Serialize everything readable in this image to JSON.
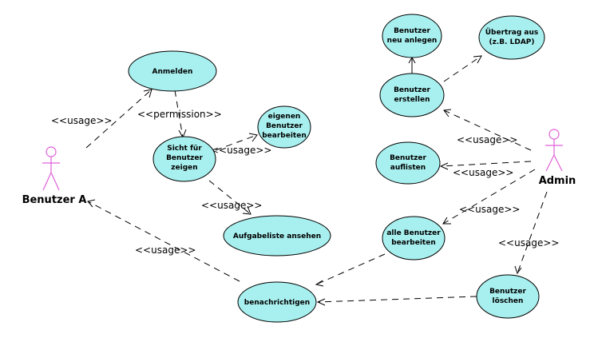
{
  "actors": {
    "benutzer_a": "Benutzer A",
    "admin": "Admin"
  },
  "use_cases": {
    "anmelden": [
      "Anmelden"
    ],
    "sicht": [
      "Sicht für",
      "Benutzer",
      "zeigen"
    ],
    "eigenen": [
      "eigenen",
      "Benutzer",
      "bearbeiten"
    ],
    "aufgabeliste": [
      "Aufgabeliste ansehen"
    ],
    "benachrichtigen": [
      "benachrichtigen"
    ],
    "neu_anlegen": [
      "Benutzer",
      "neu anlegen"
    ],
    "uebertrag": [
      "Übertrag aus",
      "(z.B. LDAP)"
    ],
    "erstellen": [
      "Benutzer",
      "erstellen"
    ],
    "auflisten": [
      "Benutzer",
      "auflisten"
    ],
    "alle_bearbeiten": [
      "alle Benutzer",
      "bearbeiten"
    ],
    "loeschen": [
      "Benutzer",
      "löschen"
    ]
  },
  "stereotypes": {
    "usage": "<<usage>>",
    "permission": "<<permission>>"
  },
  "colors": {
    "use_case_fill": "#a8f0ef",
    "actor_stroke": "#e060d8"
  }
}
